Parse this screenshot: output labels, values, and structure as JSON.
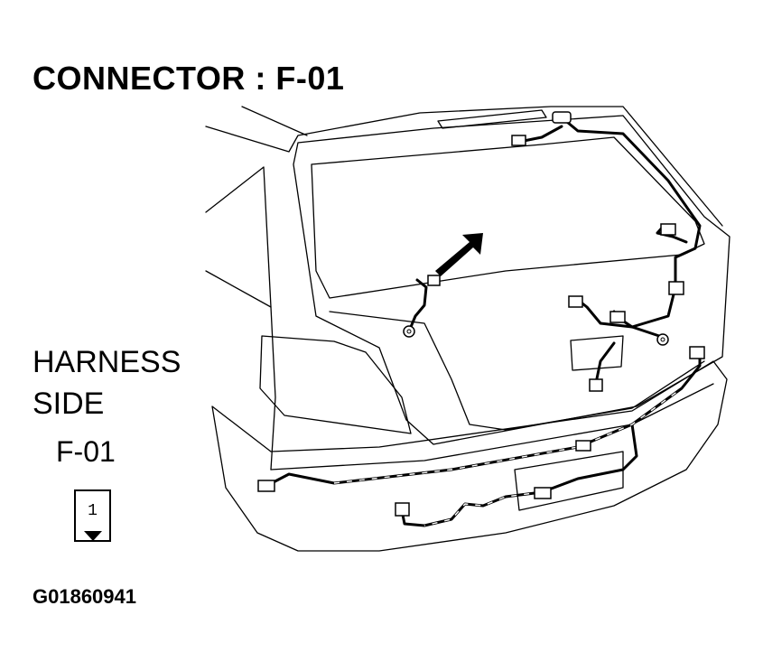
{
  "title": "CONNECTOR : F-01",
  "harness_side": [
    "HARNESS",
    "SIDE"
  ],
  "connector_id": "F-01",
  "pin_number": "1",
  "figure_id": "G01860941"
}
